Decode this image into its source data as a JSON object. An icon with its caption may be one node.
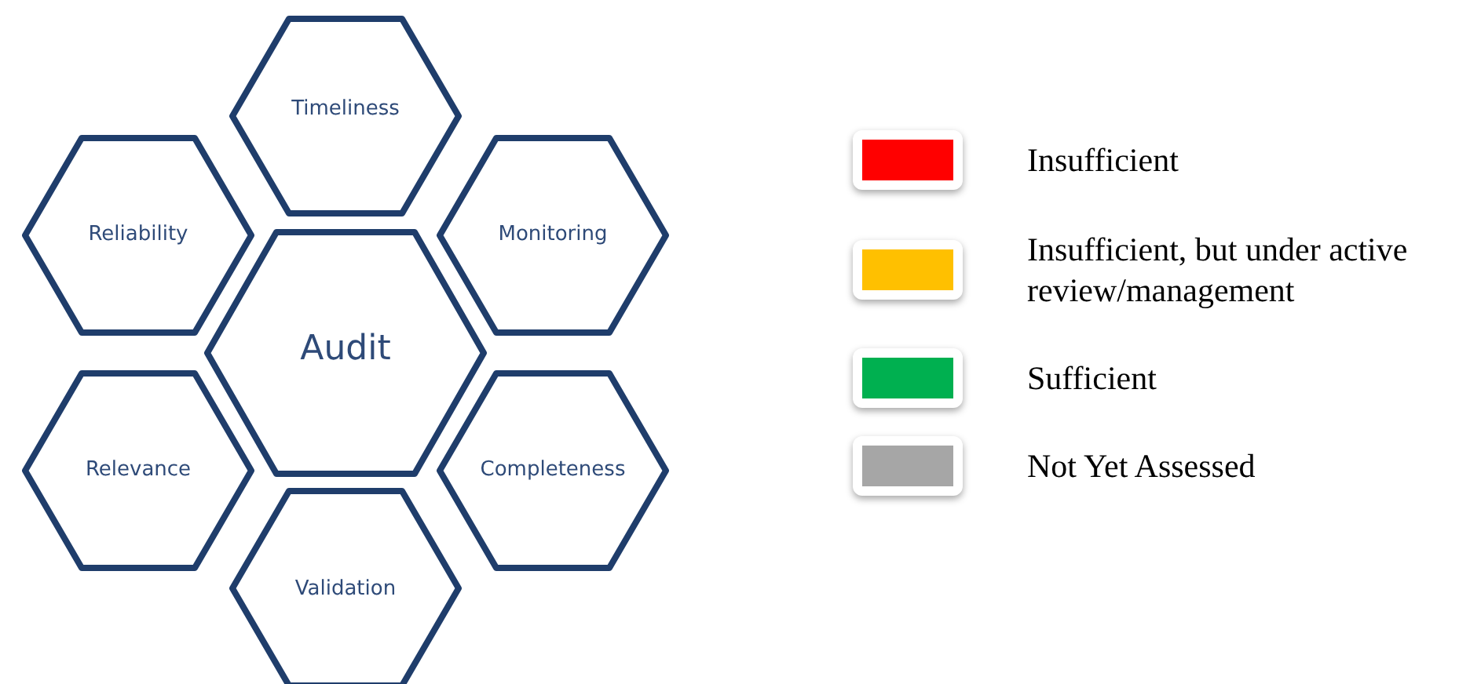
{
  "diagram": {
    "nodes": [
      {
        "text": [
          "Timeliness"
        ]
      },
      {
        "text": [
          "Reliability"
        ]
      },
      {
        "text": [
          "Monitoring"
        ]
      },
      {
        "text": [
          "Audit"
        ]
      },
      {
        "text": [
          "Relevance"
        ]
      },
      {
        "text": [
          "Completeness"
        ]
      },
      {
        "text": [
          "Validation"
        ]
      }
    ],
    "legend": [
      {
        "text": "Insufficient",
        "color": "#ff0000"
      },
      {
        "text": "Insufficient, but under active review/management",
        "color": "#ffc000"
      },
      {
        "text": "Sufficient",
        "color": "#00b050"
      },
      {
        "text": "Not Yet Assessed",
        "color": "#a6a6a6"
      }
    ]
  }
}
